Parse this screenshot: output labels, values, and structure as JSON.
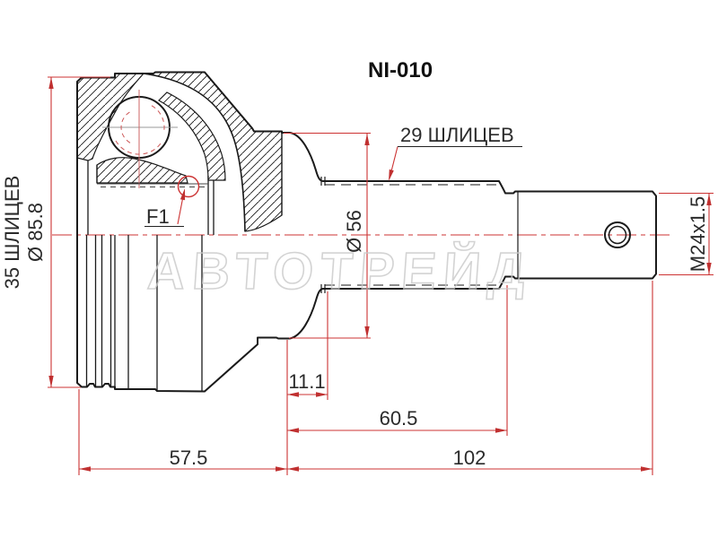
{
  "drawing": {
    "part_code": "NI-010",
    "watermark": "АВТОТРЕЙД",
    "labels": {
      "outer_splines": "35 ШЛИЦЕВ",
      "outer_diameter": "Ø 85.8",
      "shaft_splines": "29 ШЛИЦЕВ",
      "boot_seat_diameter": "Ø 56",
      "ring_groove": "F1",
      "thread": "M24x1.5"
    },
    "dimensions": {
      "housing_length": "57.5",
      "shoulder_offset": "11.1",
      "spline_length": "60.5",
      "shaft_length": "102"
    },
    "colors": {
      "line": "#1a1a1a",
      "dimension": "#cc3333",
      "text": "#2a2a2a",
      "watermark": "#c9c9c9",
      "background": "#ffffff"
    }
  }
}
